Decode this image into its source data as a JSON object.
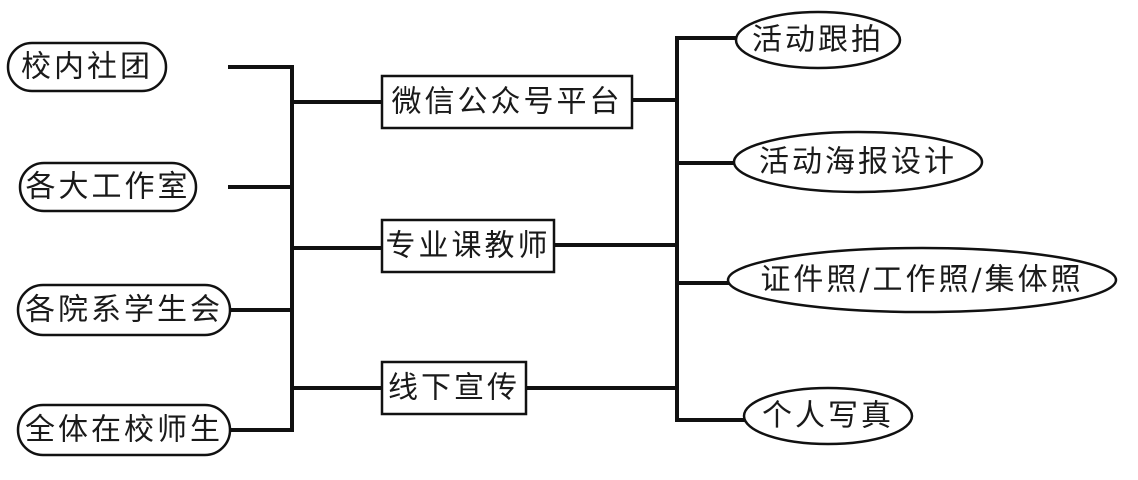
{
  "audiences": [
    "校内社团",
    "各大工作室",
    "各院系学生会",
    "全体在校师生"
  ],
  "channels": [
    "微信公众号平台",
    "专业课教师",
    "线下宣传"
  ],
  "services": [
    "活动跟拍",
    "活动海报设计",
    "证件照/工作照/集体照",
    "个人写真"
  ]
}
